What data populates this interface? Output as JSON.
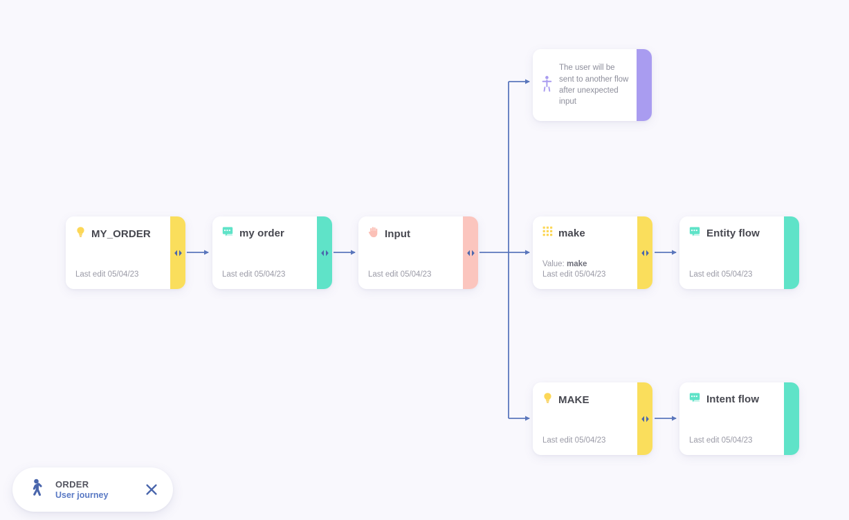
{
  "canvas": {
    "background": "#f9f8fd",
    "edge_color": "#5b77bd"
  },
  "palette": {
    "yellow": "#fade5c",
    "teal": "#5fe3c8",
    "pink": "#fbc5be",
    "purple": "#a99cf0",
    "arrow": "#5b77bd",
    "handle": "#4a66ac",
    "title": "#46474f",
    "meta": "#9a9aa6"
  },
  "nodes": [
    {
      "id": "my-order-intent",
      "title": "MY_ORDER",
      "icon": "lightbulb-icon",
      "meta": "Last edit 05/04/23",
      "bar_color": "#fade5c",
      "has_handle": true
    },
    {
      "id": "my-order-message",
      "title": "my order",
      "icon": "chat-bubble-icon",
      "meta": "Last edit 05/04/23",
      "bar_color": "#5fe3c8",
      "has_handle": true
    },
    {
      "id": "input",
      "title": "Input",
      "icon": "raised-hand-icon",
      "meta": "Last edit 05/04/23",
      "bar_color": "#fbc5be",
      "has_handle": true
    },
    {
      "id": "make-entity",
      "title": "make",
      "icon": "dot-grid-icon",
      "value_label": "Value:",
      "value": "make",
      "meta": "Last edit 05/04/23",
      "bar_color": "#fade5c",
      "has_handle": true
    },
    {
      "id": "entity-flow",
      "title": "Entity flow",
      "icon": "chat-bubble-icon",
      "meta": "Last edit 05/04/23",
      "bar_color": "#5fe3c8",
      "has_handle": false
    },
    {
      "id": "make-intent",
      "title": "MAKE",
      "icon": "lightbulb-icon",
      "meta": "Last edit 05/04/23",
      "bar_color": "#fade5c",
      "has_handle": true
    },
    {
      "id": "intent-flow",
      "title": "Intent flow",
      "icon": "chat-bubble-icon",
      "meta": "Last edit 05/04/23",
      "bar_color": "#5fe3c8",
      "has_handle": false
    },
    {
      "id": "fallback-note",
      "icon": "person-walking-icon",
      "note": "The user will be sent to another flow after unexpected input",
      "bar_color": "#a99cf0",
      "has_handle": false
    }
  ],
  "journey_pill": {
    "icon": "person-walking-icon",
    "title": "ORDER",
    "subtitle": "User journey",
    "close_icon": "close-icon"
  }
}
